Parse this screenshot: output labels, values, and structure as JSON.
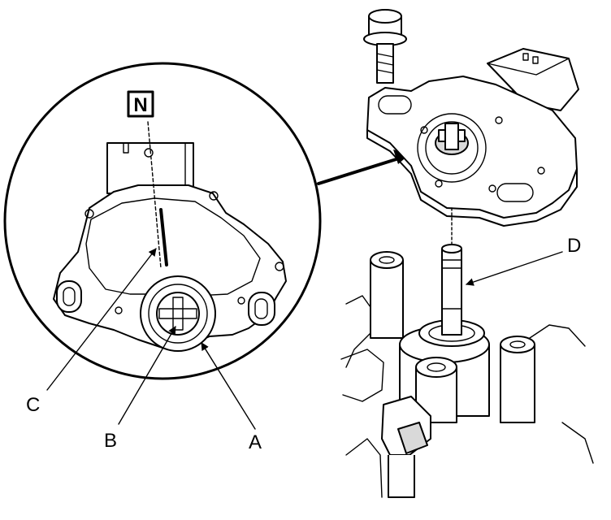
{
  "labels": {
    "a": "A",
    "b": "B",
    "c": "C",
    "d": "D",
    "n": "N"
  },
  "colors": {
    "line": "#000000",
    "background": "#ffffff",
    "shade": "#d9d9d9"
  }
}
